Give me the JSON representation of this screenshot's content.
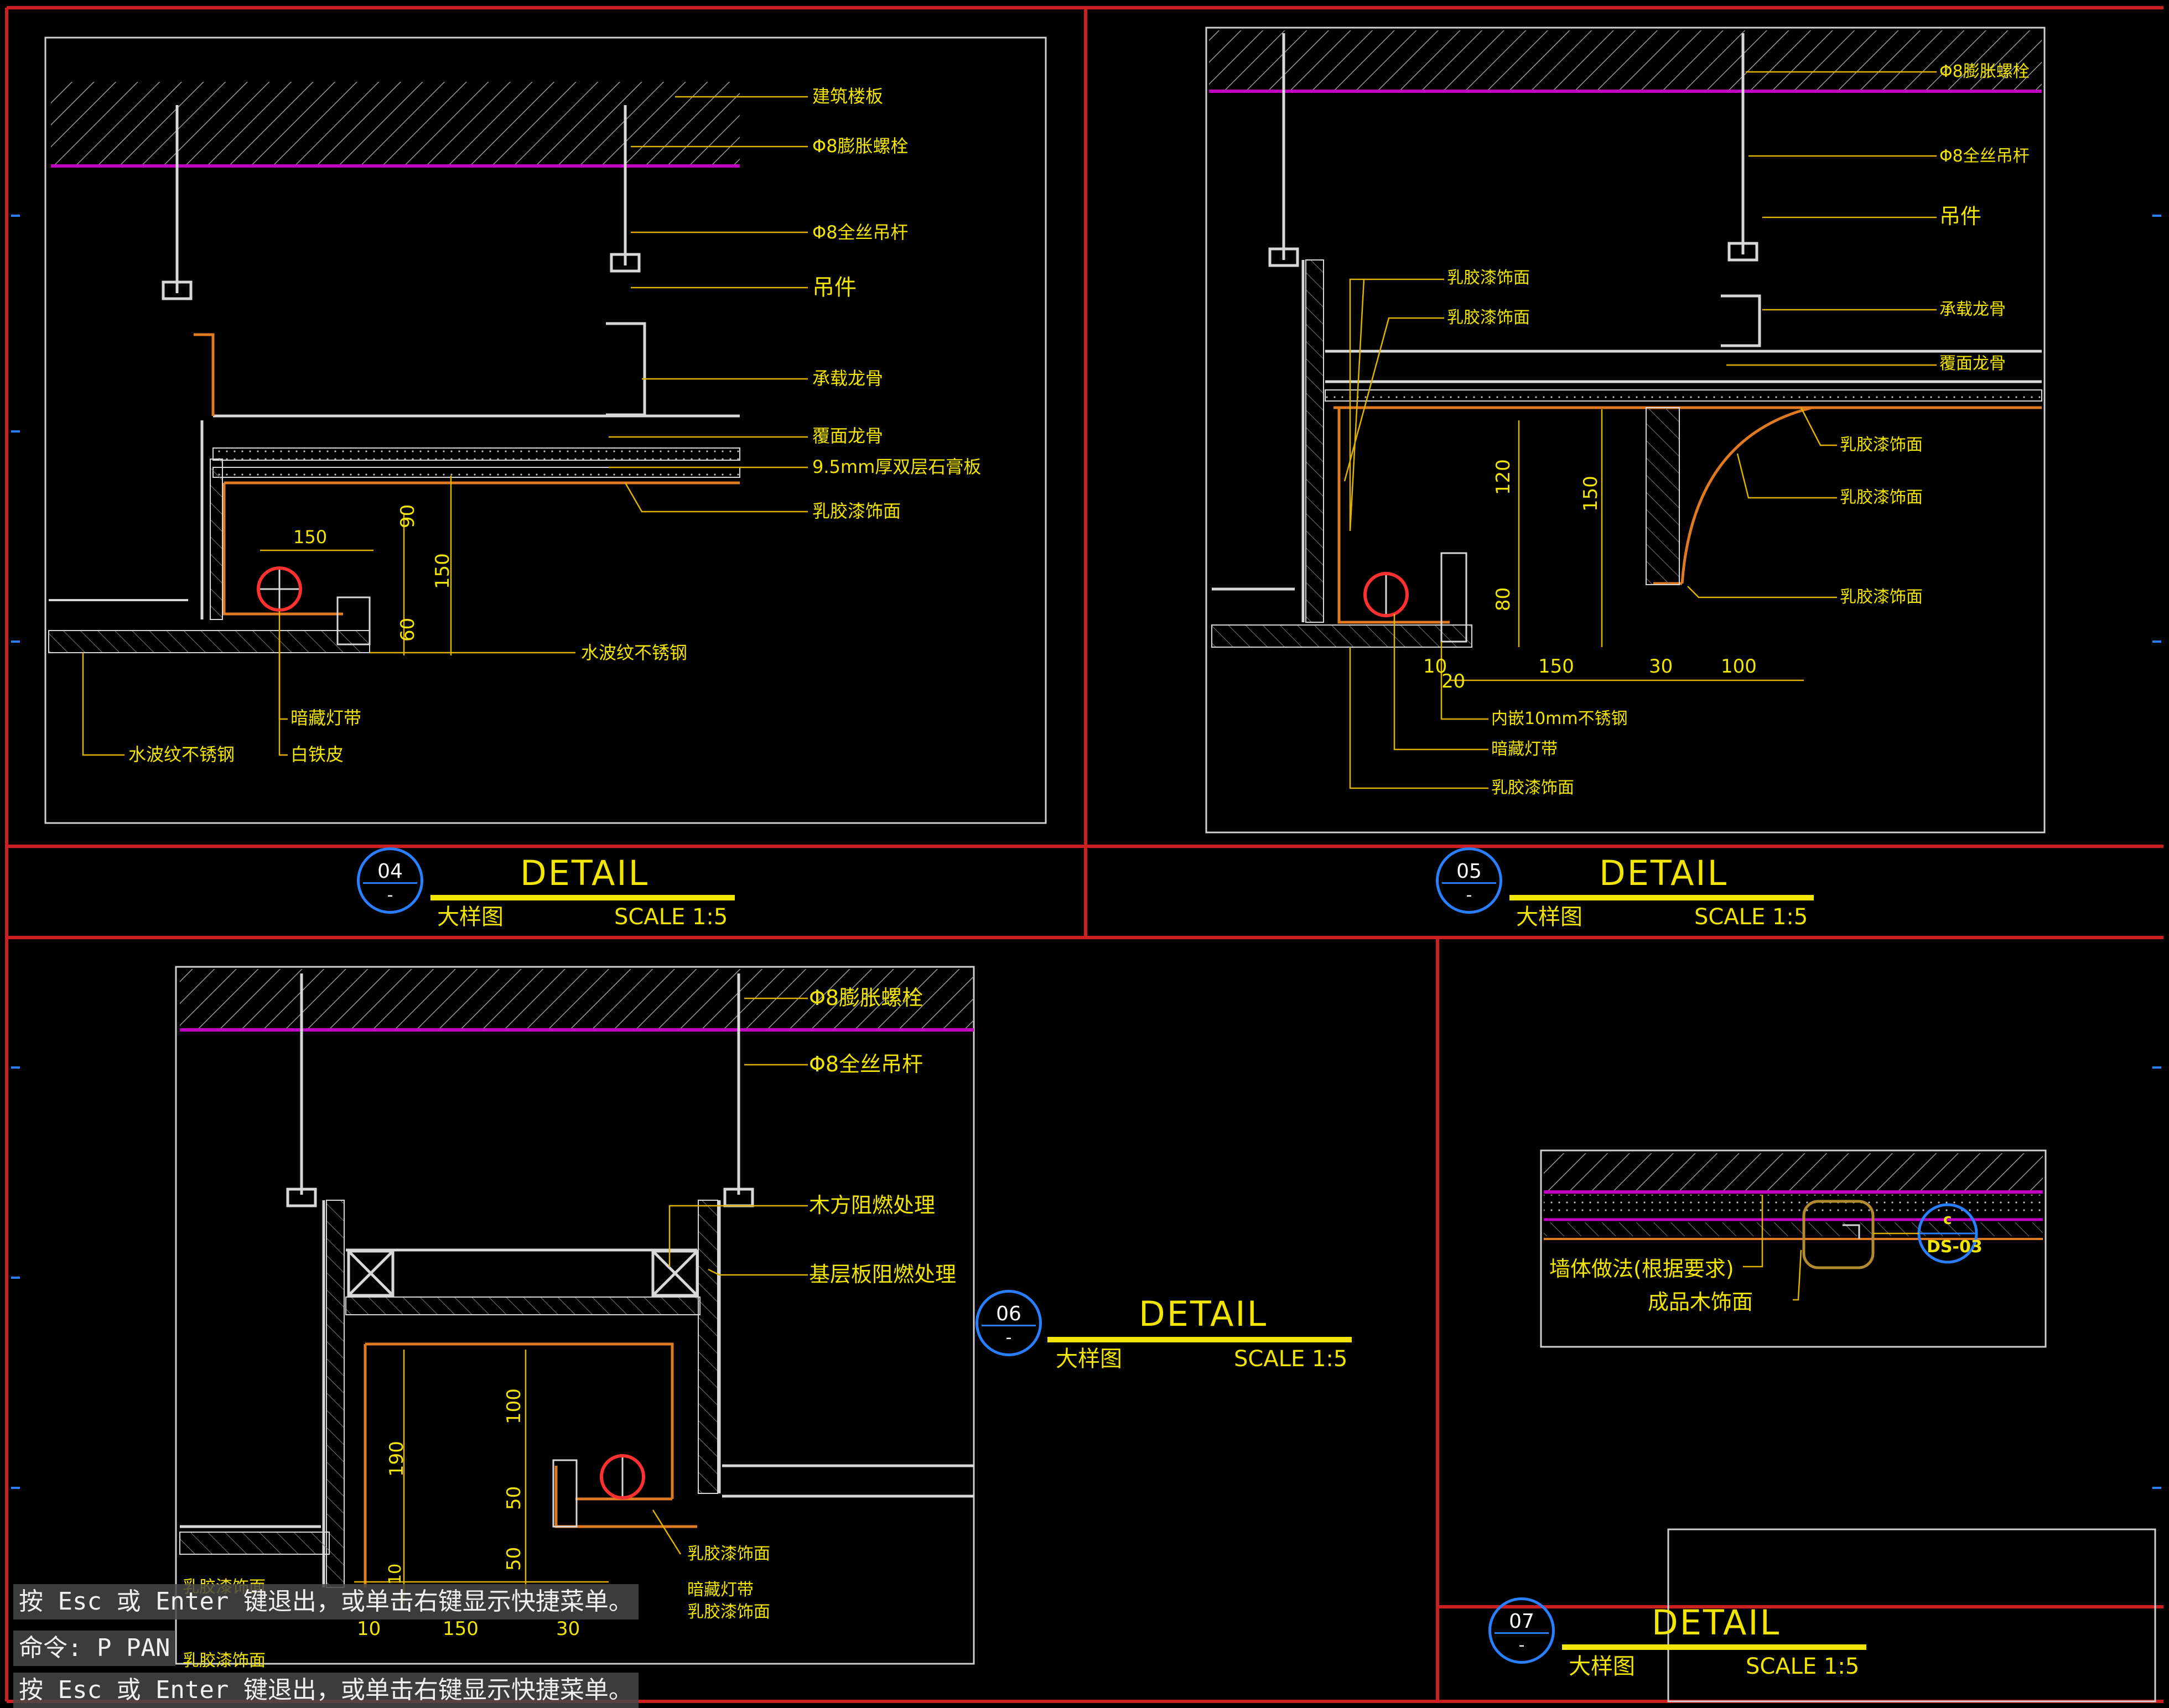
{
  "details": [
    {
      "number": "04",
      "sub_number": "-",
      "title": "DETAIL",
      "subtitle": "大样图",
      "scale": "SCALE 1:5",
      "labels": [
        "建筑楼板",
        "Φ8膨胀螺栓",
        "Φ8全丝吊杆",
        "吊件",
        "承载龙骨",
        "覆面龙骨",
        "9.5mm厚双层石膏板",
        "乳胶漆饰面",
        "水波纹不锈钢",
        "暗藏灯带",
        "白铁皮",
        "水波纹不锈钢"
      ],
      "dims": [
        "150",
        "90",
        "150",
        "60"
      ]
    },
    {
      "number": "05",
      "sub_number": "-",
      "title": "DETAIL",
      "subtitle": "大样图",
      "scale": "SCALE 1:5",
      "labels": [
        "Φ8膨胀螺栓",
        "Φ8全丝吊杆",
        "吊件",
        "乳胶漆饰面",
        "乳胶漆饰面",
        "承载龙骨",
        "覆面龙骨",
        "乳胶漆饰面",
        "乳胶漆饰面",
        "乳胶漆饰面",
        "内嵌10mm不锈钢",
        "暗藏灯带",
        "乳胶漆饰面"
      ],
      "dims": [
        "120",
        "150",
        "80",
        "10",
        "20",
        "150",
        "30",
        "100"
      ]
    },
    {
      "number": "06",
      "sub_number": "-",
      "title": "DETAIL",
      "subtitle": "大样图",
      "scale": "SCALE 1:5",
      "labels": [
        "Φ8膨胀螺栓",
        "Φ8全丝吊杆",
        "木方阻燃处理",
        "基层板阻燃处理",
        "乳胶漆饰面",
        "暗藏灯带",
        "乳胶漆饰面",
        "乳胶漆饰面",
        "乳胶漆饰面"
      ],
      "dims": [
        "190",
        "100",
        "50",
        "50",
        "10",
        "10",
        "150",
        "30"
      ]
    },
    {
      "number": "07",
      "sub_number": "-",
      "title": "DETAIL",
      "subtitle": "大样图",
      "scale": "SCALE 1:5",
      "labels": [
        "墙体做法(根据要求)",
        "成品木饰面"
      ],
      "callout_top": "c",
      "callout_bottom": "DS-03"
    }
  ],
  "command_line": {
    "prompt_1": "按 Esc 或 Enter 键退出，或单击右键显示快捷菜单。",
    "command": "命令: P PAN",
    "prompt_2": "按 Esc 或 Enter 键退出，或单击右键显示快捷菜单。"
  },
  "colors": {
    "background": "#000000",
    "frame_red": "#cc1f1f",
    "label_yellow": "#f2e500",
    "slab_magenta": "#c000c0",
    "finish_orange": "#e07a20",
    "bubble_blue": "#2a7fff",
    "line_white": "#d8d8d8"
  }
}
